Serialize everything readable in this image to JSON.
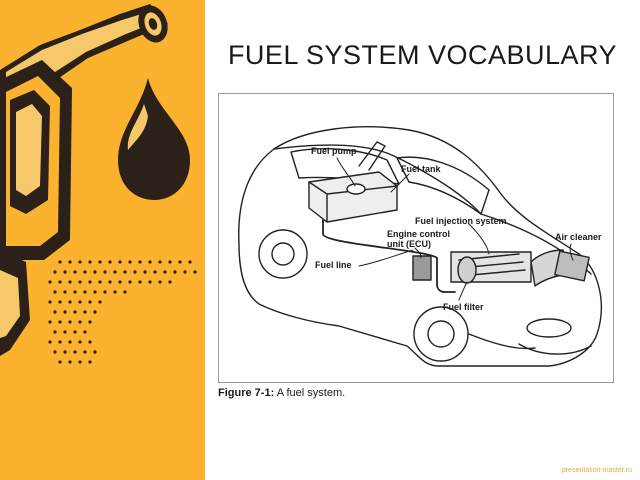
{
  "slide": {
    "title": "FUEL SYSTEM VOCABULARY",
    "accent_color": "#fbb32f"
  },
  "figure": {
    "labels": {
      "fuel_pump": "Fuel pump",
      "fuel_tank": "Fuel tank",
      "fuel_injection_system": "Fuel injection system",
      "ecu_line1": "Engine control",
      "ecu_line2": "unit (ECU)",
      "air_cleaner": "Air cleaner",
      "fuel_line": "Fuel line",
      "fuel_filter": "Fuel filter"
    },
    "caption_number": "Figure 7-1:",
    "caption_text": "A fuel system."
  },
  "decoration": {
    "icons": [
      "fuel-nozzle-icon",
      "fuel-drop-icon"
    ]
  },
  "watermark": "presentation-master.ru"
}
